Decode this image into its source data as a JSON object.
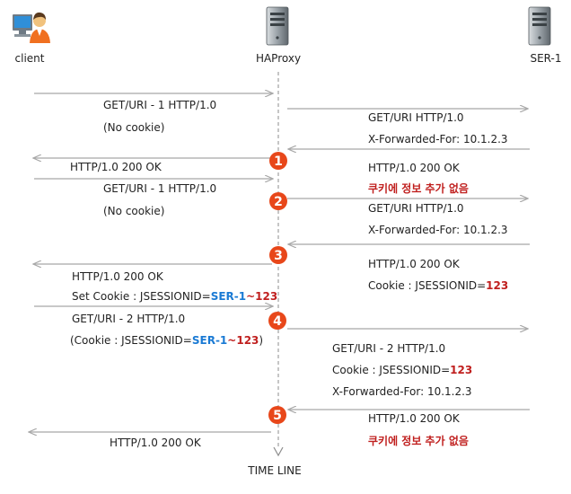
{
  "actors": {
    "client": "client",
    "proxy": "HAProxy",
    "server": "SER-1"
  },
  "timeline_label": "TIME LINE",
  "badges": [
    "1",
    "2",
    "3",
    "4",
    "5"
  ],
  "colors": {
    "red": "#c0201f",
    "blue": "#1a7ad4",
    "badge": "#e8471a",
    "arrow": "#a8a8a8"
  },
  "step1": {
    "req_line1": "GET/URI - 1 HTTP/1.0",
    "req_line2": "(No cookie)",
    "fwd_line1": "GET/URI HTTP/1.0",
    "fwd_line2": "X-Forwarded-For: 10.1.2.3",
    "resp": "HTTP/1.0 200 OK"
  },
  "step2": {
    "srv_resp": "HTTP/1.0 200 OK",
    "srv_note": "쿠키에 정보 추가 없음",
    "req_line1": "GET/URI - 1 HTTP/1.0",
    "req_line2": "(No cookie)",
    "fwd_line1": "GET/URI HTTP/1.0",
    "fwd_line2": "X-Forwarded-For: 10.1.2.3"
  },
  "step3": {
    "srv_resp": "HTTP/1.0 200 OK",
    "srv_cookie_prefix": "Cookie : JSESSIONID=",
    "srv_cookie_value": "123",
    "client_resp": "HTTP/1.0 200 OK",
    "set_cookie_prefix": "Set Cookie : JSESSIONID=",
    "set_cookie_server": "SER-1",
    "set_cookie_sep": "~",
    "set_cookie_value": "123"
  },
  "step4": {
    "req_line1": "GET/URI - 2 HTTP/1.0",
    "req_cookie_prefix": "(Cookie : JSESSIONID=",
    "req_cookie_server": "SER-1",
    "req_cookie_sep": "~",
    "req_cookie_value": "123",
    "req_cookie_suffix": ")",
    "fwd_line1": "GET/URI - 2 HTTP/1.0",
    "fwd_cookie_prefix": "Cookie : JSESSIONID=",
    "fwd_cookie_value": "123",
    "fwd_line3": "X-Forwarded-For: 10.1.2.3"
  },
  "step5": {
    "srv_resp": "HTTP/1.0 200 OK",
    "srv_note": "쿠키에 정보 추가 없음",
    "client_resp": "HTTP/1.0 200 OK"
  }
}
